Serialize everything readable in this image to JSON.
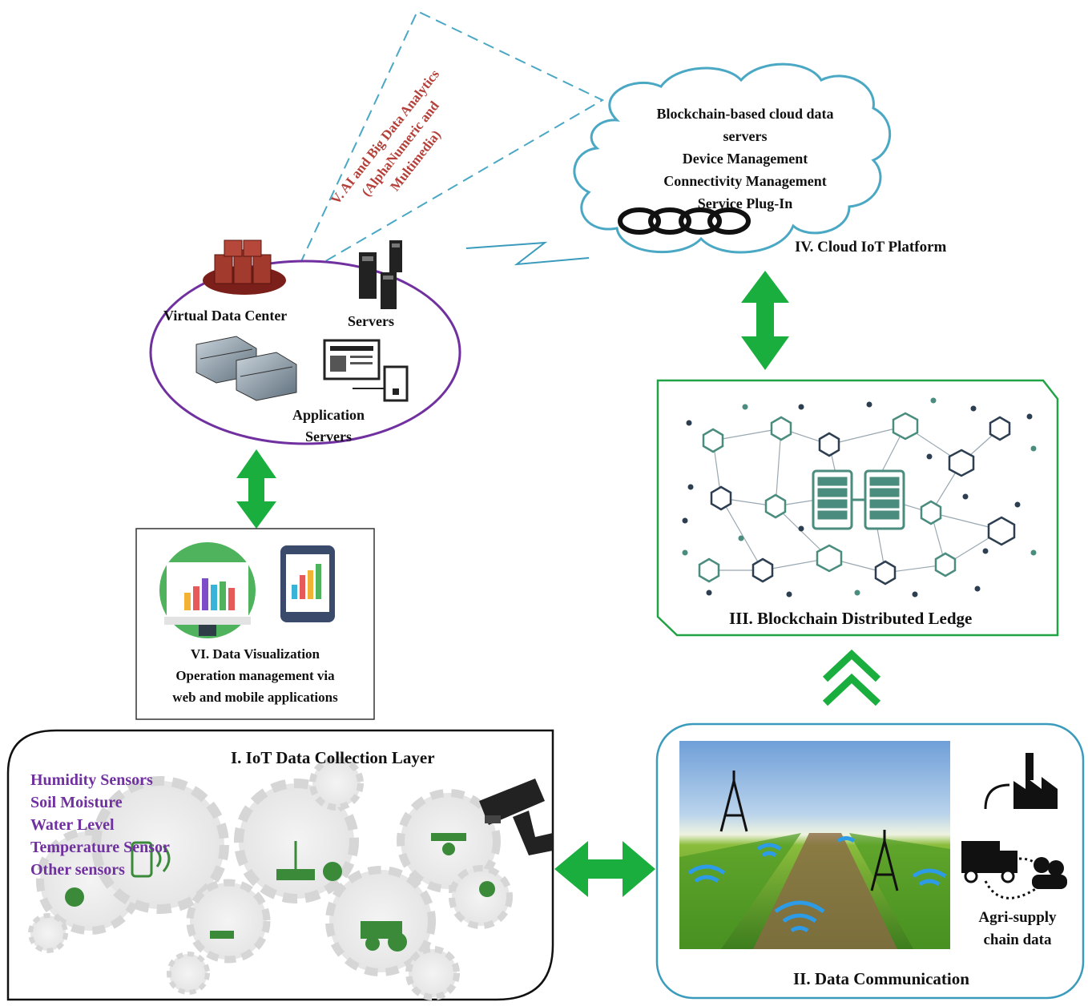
{
  "cloud": {
    "line1": "Blockchain-based cloud data",
    "line2": "servers",
    "line3": "Device Management",
    "line4": "Connectivity Management",
    "line5": "Service Plug-In",
    "platform_label": "IV. Cloud IoT Platform"
  },
  "analytics": {
    "line1": "V. AI and Big Data Analytics",
    "line2": "(AlphaNumeric and",
    "line3": "Multimedia)"
  },
  "datacenter": {
    "virtual_label": "Virtual Data Center",
    "servers_label": "Servers",
    "app_line1": "Application",
    "app_line2": "Servers"
  },
  "blockchain": {
    "label": "III. Blockchain Distributed Ledge"
  },
  "visualization": {
    "line1": "VI. Data Visualization",
    "line2": "Operation management via",
    "line3": "web and mobile applications"
  },
  "iot_layer": {
    "title": "I. IoT Data Collection Layer",
    "sensors": [
      "Humidity Sensors",
      "Soil Moisture",
      "Water Level",
      "Temperature Sensor",
      "Other sensors"
    ]
  },
  "communication": {
    "label": "II. Data Communication",
    "supply_line1": "Agri-supply",
    "supply_line2": "chain data"
  },
  "colors": {
    "green_arrow": "#1aae3e",
    "purple": "#7030a0",
    "cloud_stroke": "#4aa8c4",
    "analytics_red": "#b5403a",
    "blockchain_border": "#21a345",
    "comm_border": "#3a9bbd"
  }
}
